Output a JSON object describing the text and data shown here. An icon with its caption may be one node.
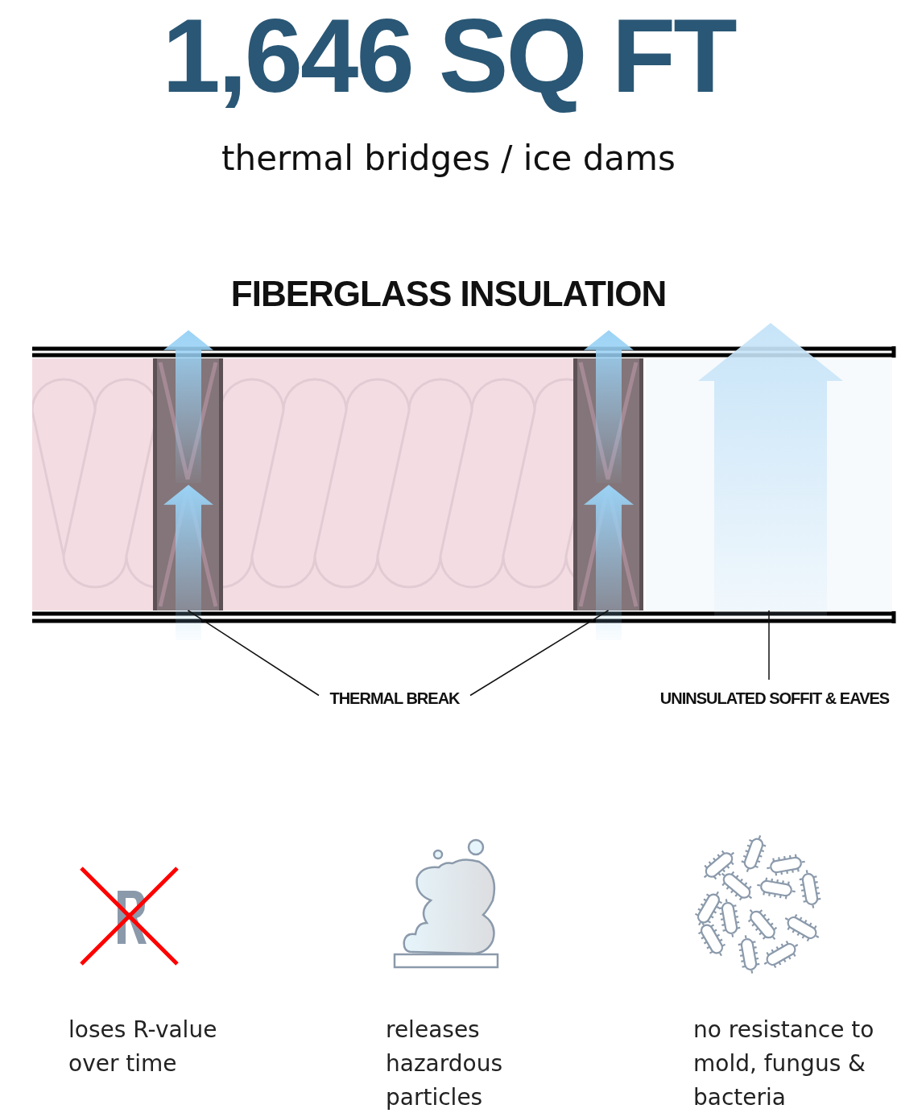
{
  "diagram": {
    "title": "1,646 SQ FT",
    "nodes": [
      {
        "text": [
          "THERMAL BREAK"
        ]
      },
      {
        "text": [],
        "shape": "box"
      },
      {
        "text": [],
        "shape": "box"
      },
      {
        "text": [
          "UNINSULATED SOFFIT & EAVES"
        ]
      },
      {
        "text": [],
        "shape": "box"
      }
    ],
    "edges": [
      {
        "from": 0,
        "to": 1,
        "arrow": "none"
      },
      {
        "from": 0,
        "to": 2,
        "arrow": "none"
      },
      {
        "from": 3,
        "to": 4,
        "arrow": "none"
      }
    ],
    "labels": [
      "thermal bridges / ice dams",
      "FIBERGLASS INSULATION",
      "loses R-value over time",
      "releases hazardous particles",
      "no resistance to mold, fungus & bacteria"
    ]
  }
}
